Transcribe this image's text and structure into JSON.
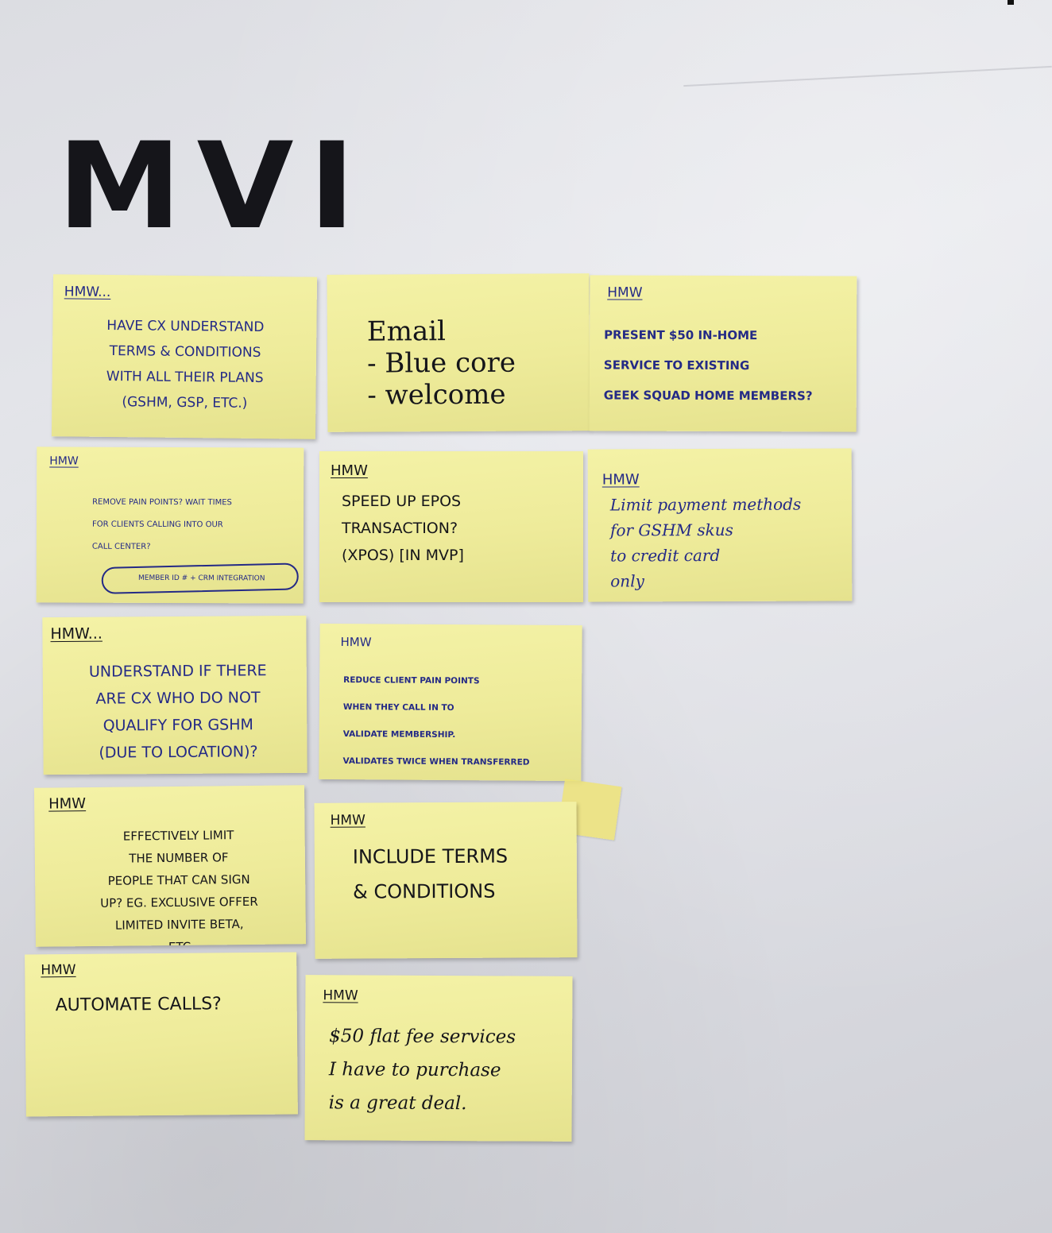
{
  "title": "MVI",
  "colors": {
    "sticky_note": "#f0ee9e",
    "paper": "#e0e1e6",
    "blue_ink": "#242a86",
    "black_ink": "#15151a",
    "tape": "#eee478"
  },
  "notes": [
    {
      "hmw": "HMW...",
      "text": "Have CX understand\nterms & conditions\nwith all their plans\n(GSHM, GSP, etc.)"
    },
    {
      "hmw": "",
      "text": "Email\n- Blue core\n- welcome"
    },
    {
      "hmw": "HMW",
      "text": "Present $50 In-Home\nService to existing\nGeek Squad Home Members?"
    },
    {
      "hmw": "HMW",
      "text": "Remove pain points? Wait times\nfor clients calling into our\ncall center?",
      "circled": "Member ID # + CRM integration"
    },
    {
      "hmw": "HMW",
      "text": "Speed up EPOS\ntransaction?\n(XPOS) [in MVP]"
    },
    {
      "hmw": "HMW",
      "text": "Limit payment methods\nfor GSHM skus\nto credit card\nonly"
    },
    {
      "hmw": "HMW...",
      "text": "Understand if there\nare CX who do not\nqualify for GSHM\n(due to location)?"
    },
    {
      "hmw": "HMW",
      "text": "Reduce client pain points\nwhen they call in to\nvalidate membership.\nValidates twice when transferred\nto covert"
    },
    {
      "hmw": "HMW",
      "text": "Effectively limit\nthe number of\npeople that can sign\nup? Eg. exclusive offer\nlimited invite beta,\netc"
    },
    {
      "hmw": "HMW",
      "text": "Include terms\n& conditions"
    },
    {
      "hmw": "HMW",
      "text": "Automate calls?"
    },
    {
      "hmw": "HMW",
      "text": "$50 flat fee services\nI have to purchase\nis a great deal."
    }
  ]
}
